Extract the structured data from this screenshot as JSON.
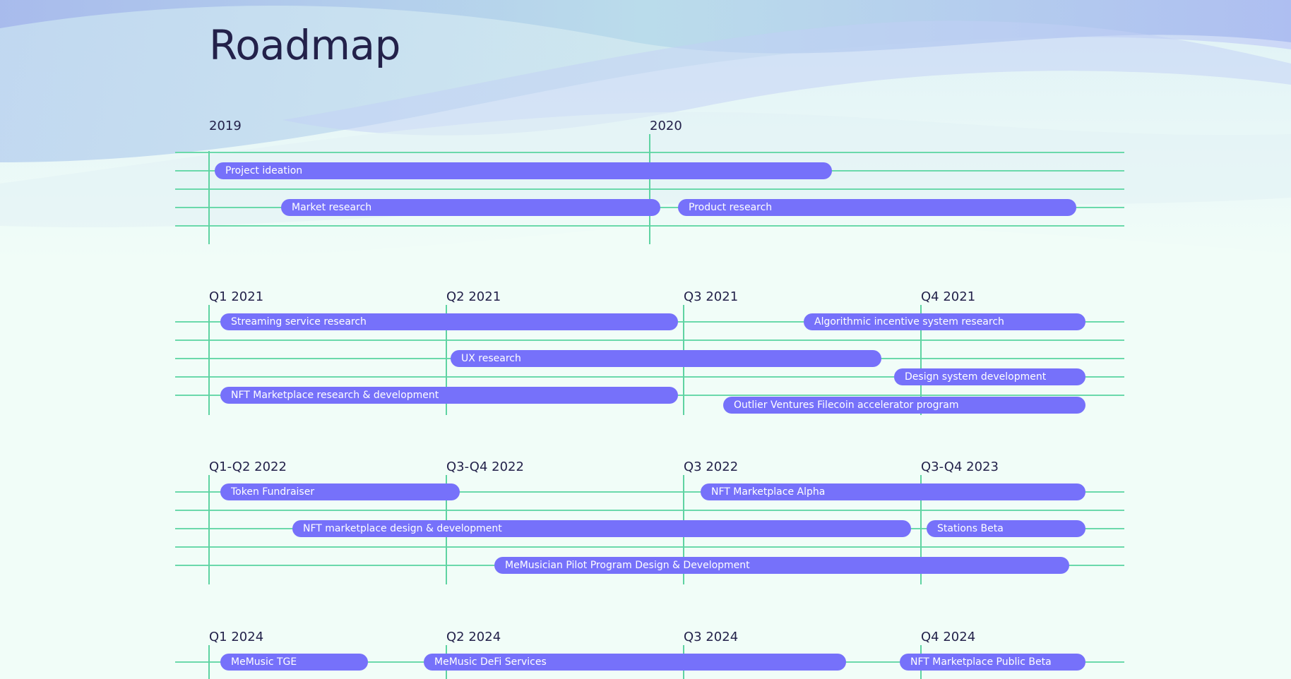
{
  "page": {
    "title": "Roadmap"
  },
  "colors": {
    "accent": "#7671fa",
    "grid": "#6bd9ab",
    "title": "#23214a"
  },
  "timelines": [
    {
      "labels": [
        "2019",
        "2020"
      ],
      "bars": [
        {
          "label": "Project ideation"
        },
        {
          "label": "Market research"
        },
        {
          "label": "Product research"
        }
      ]
    },
    {
      "labels": [
        "Q1 2021",
        "Q2 2021",
        "Q3 2021",
        "Q4 2021"
      ],
      "bars": [
        {
          "label": "Streaming service research"
        },
        {
          "label": "Algorithmic incentive system research"
        },
        {
          "label": "UX research"
        },
        {
          "label": "Design system development"
        },
        {
          "label": "NFT Marketplace research & development"
        },
        {
          "label": "Outlier Ventures Filecoin accelerator program"
        }
      ]
    },
    {
      "labels": [
        "Q1-Q2 2022",
        "Q3-Q4 2022",
        "Q3 2022",
        "Q3-Q4 2023"
      ],
      "bars": [
        {
          "label": "Token Fundraiser"
        },
        {
          "label": "NFT Marketplace Alpha"
        },
        {
          "label": "NFT marketplace design & development"
        },
        {
          "label": "Stations Beta"
        },
        {
          "label": "MeMusician Pilot Program Design & Development"
        }
      ]
    },
    {
      "labels": [
        "Q1 2024",
        "Q2 2024",
        "Q3 2024",
        "Q4 2024"
      ],
      "bars": [
        {
          "label": "MeMusic TGE"
        },
        {
          "label": "MeMusic DeFi Services"
        },
        {
          "label": "NFT Marketplace Public Beta"
        }
      ]
    }
  ]
}
